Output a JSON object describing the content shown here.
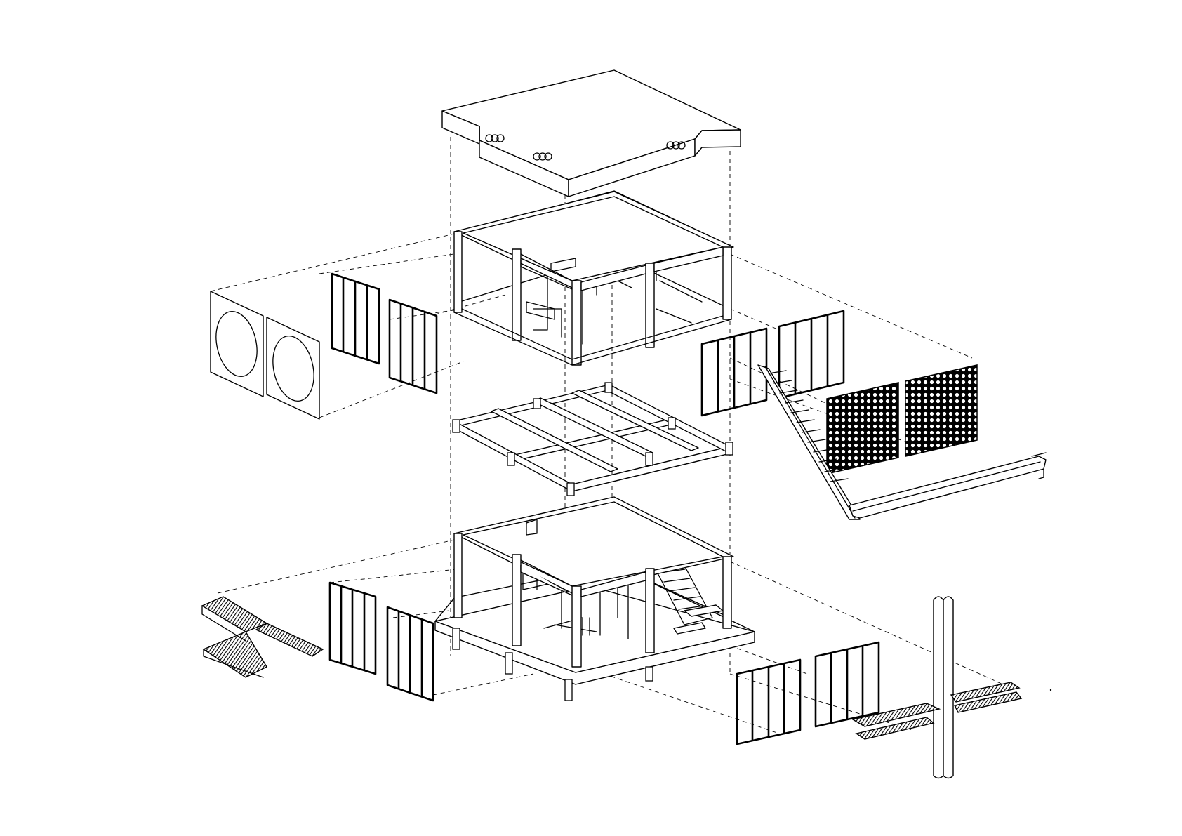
{
  "diagram": {
    "components": [
      {
        "id": "roof-slab",
        "holes": 3
      },
      {
        "id": "upper-floor-frame"
      },
      {
        "id": "floor-joist-grid"
      },
      {
        "id": "ground-floor-frame-with-stair"
      },
      {
        "id": "circular-window-panels",
        "count": 2
      },
      {
        "id": "vertical-mullion-panels",
        "count": 8
      },
      {
        "id": "perforated-screen-panels",
        "count": 2
      },
      {
        "id": "exterior-stair-and-gutter"
      },
      {
        "id": "folded-louver-blades",
        "count": 2
      },
      {
        "id": "downpipe-with-louvers",
        "count": 1
      }
    ],
    "colors": {
      "line": "#000000",
      "background": "#ffffff"
    }
  }
}
